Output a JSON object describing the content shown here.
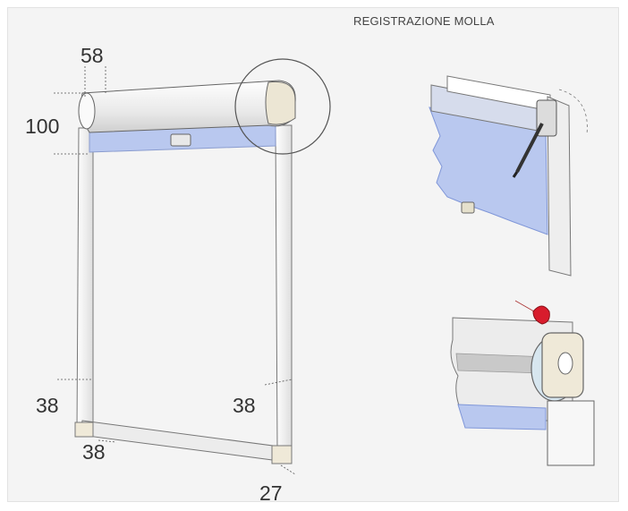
{
  "title": "REGISTRAZIONE MOLLA",
  "dimensions": {
    "top_width": "58",
    "cassette_height": "100",
    "left_guide": "38",
    "right_guide": "38",
    "bottom_bar": "38",
    "bottom_right": "27"
  },
  "colors": {
    "fabric": "#b9c8ef",
    "fabric_dark": "#7f96d8",
    "frame": "#f2f2f2",
    "outline": "#6b6b6b",
    "marker_red": "#d81c2c"
  }
}
